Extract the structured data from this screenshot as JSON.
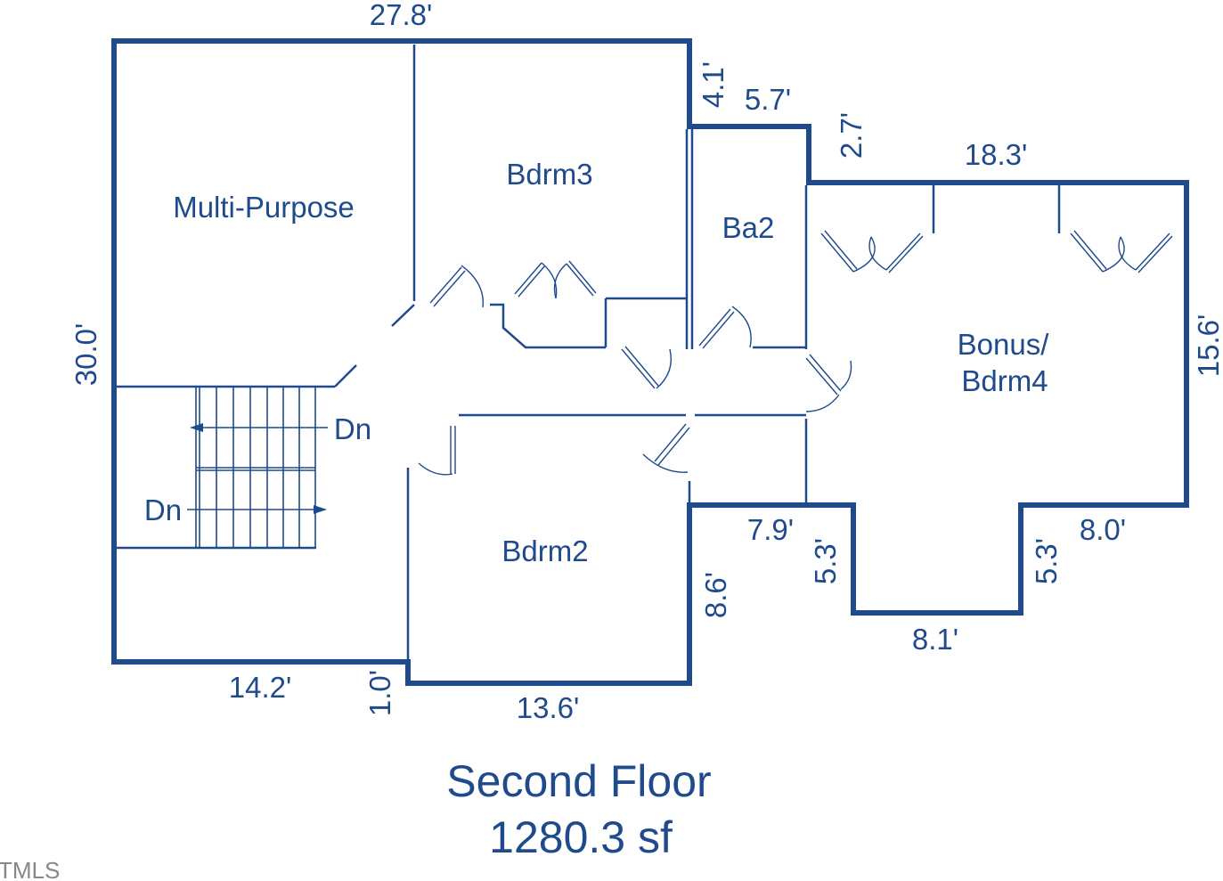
{
  "rooms": {
    "multi_purpose": "Multi-Purpose",
    "bdrm3": "Bdrm3",
    "ba2": "Ba2",
    "bonus_line1": "Bonus/",
    "bonus_line2": "Bdrm4",
    "bdrm2": "Bdrm2"
  },
  "stairs": {
    "upper_label": "Dn",
    "lower_label": "Dn"
  },
  "dimensions": {
    "top": "27.8'",
    "left": "30.0'",
    "step_vertical_1": "4.1'",
    "step_horizontal_1": "5.7'",
    "step_vertical_2": "2.7'",
    "bonus_top": "18.3'",
    "right": "15.6'",
    "bonus_right_bottom": "8.0'",
    "notch_right": "5.3'",
    "notch_bottom": "8.1'",
    "notch_left": "5.3'",
    "bdrm2_right_top": "7.9'",
    "bdrm2_right": "8.6'",
    "bdrm2_bottom": "13.6'",
    "offset_small": "1.0'",
    "left_bottom": "14.2'"
  },
  "title": {
    "floor": "Second Floor",
    "area": "1280.3 sf"
  },
  "watermark": "TMLS",
  "colors": {
    "primary": "#1f4a8c",
    "background": "#ffffff"
  }
}
